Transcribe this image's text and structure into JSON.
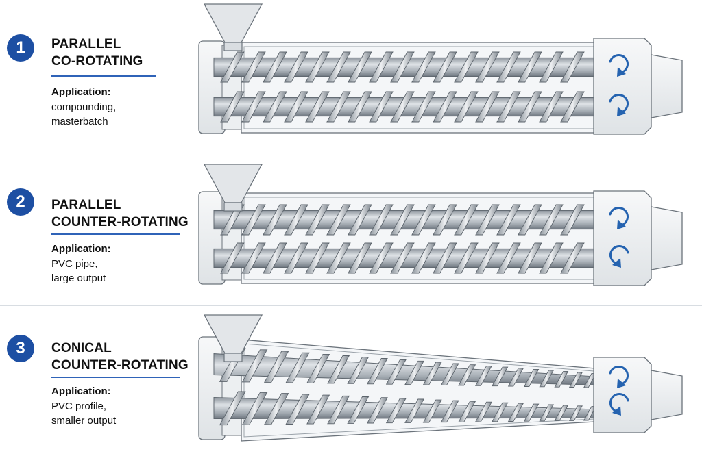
{
  "panels": [
    {
      "number": "1",
      "title_lines": [
        "PARALLEL",
        "CO-ROTATING"
      ],
      "application_label": "Application:",
      "application_lines": [
        "compounding,",
        "masterbatch"
      ],
      "configuration": "parallel",
      "rotation": [
        "clockwise",
        "clockwise"
      ]
    },
    {
      "number": "2",
      "title_lines": [
        "PARALLEL",
        "COUNTER-ROTATING"
      ],
      "application_label": "Application:",
      "application_lines": [
        "PVC pipe,",
        "large output"
      ],
      "configuration": "parallel",
      "rotation": [
        "clockwise",
        "counter-clockwise"
      ]
    },
    {
      "number": "3",
      "title_lines": [
        "CONICAL",
        "COUNTER-ROTATING"
      ],
      "application_label": "Application:",
      "application_lines": [
        "PVC profile,",
        "smaller output"
      ],
      "configuration": "conical",
      "rotation": [
        "clockwise",
        "counter-clockwise"
      ]
    }
  ],
  "colors": {
    "accent": "#1d4fa3",
    "rule": "#2f63b8",
    "arrow": "#2563b0",
    "barrel_fill": "#f4f6f8",
    "barrel_stroke": "#6b737b",
    "screw_light": "#dfe3e7",
    "screw_dark": "#7b848d"
  },
  "icons": [
    "rotation-arrow-icon",
    "hopper-icon"
  ]
}
